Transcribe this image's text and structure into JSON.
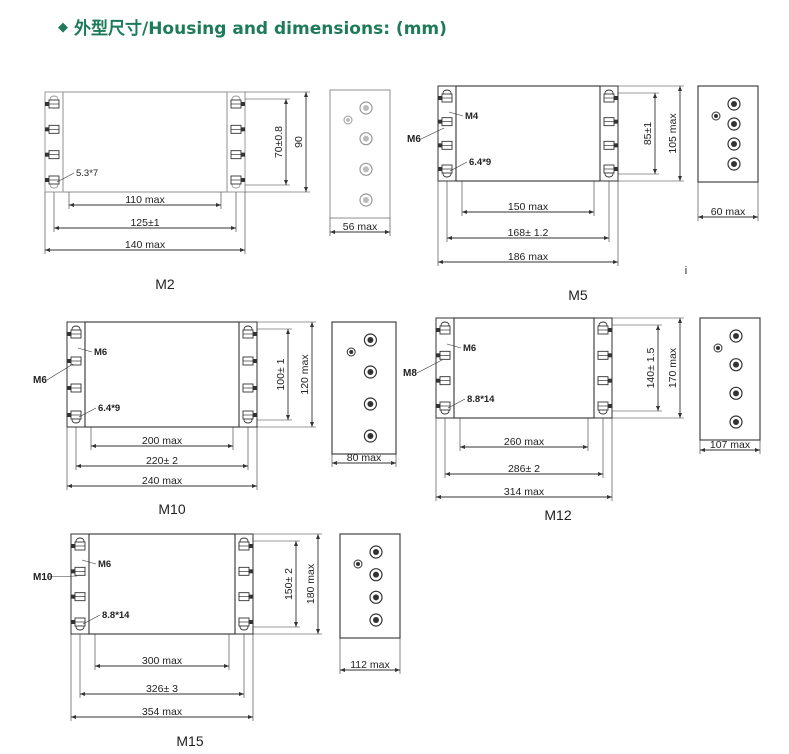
{
  "header": {
    "bullet": "◆",
    "title": "外型尺寸/Housing and dimensions: (mm)"
  },
  "models": [
    {
      "name": "M2",
      "width_inner": "110 max",
      "width_mount": "125±1",
      "width_total": "140 max",
      "height_mount": "70±0.8",
      "height_total": "90",
      "hole": "5.3*7",
      "depth": "56 max"
    },
    {
      "name": "M5",
      "stud": "M6",
      "stud_small": "M4",
      "width_inner": "150 max",
      "width_mount": "168± 1.2",
      "width_total": "186 max",
      "height_mount": "85±1",
      "height_total": "105 max",
      "hole": "6.4*9",
      "depth": "60 max"
    },
    {
      "name": "M10",
      "stud": "M6",
      "stud_small": "M6",
      "width_inner": "200 max",
      "width_mount": "220± 2",
      "width_total": "240 max",
      "height_mount": "100± 1",
      "height_total": "120 max",
      "hole": "6.4*9",
      "depth": "80 max"
    },
    {
      "name": "M12",
      "stud": "M8",
      "stud_small": "M6",
      "width_inner": "260 max",
      "width_mount": "286± 2",
      "width_total": "314 max",
      "height_mount": "140± 1.5",
      "height_total": "170 max",
      "hole": "8.8*14",
      "depth": "107 max"
    },
    {
      "name": "M15",
      "stud": "M10",
      "stud_small": "M6",
      "width_inner": "300 max",
      "width_mount": "326± 3",
      "width_total": "354 max",
      "height_mount": "150± 2",
      "height_total": "180 max",
      "hole": "8.8*14",
      "depth": "112 max"
    }
  ],
  "stray_mark": "i"
}
